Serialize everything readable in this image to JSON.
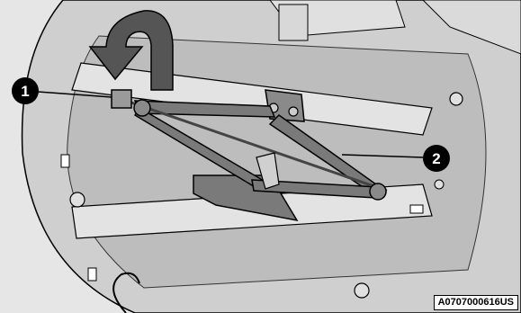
{
  "callouts": [
    {
      "label": "1"
    },
    {
      "label": "2"
    }
  ],
  "figure_code": "A0707000616US",
  "icons": {
    "rotation": "curved-rotation-arrow-icon"
  },
  "colors": {
    "background_panel": "#c9c9c9",
    "jack_body": "#7a7a7a",
    "outline": "#000000",
    "callout_fill": "#000000",
    "arrow_fill": "#555555"
  }
}
